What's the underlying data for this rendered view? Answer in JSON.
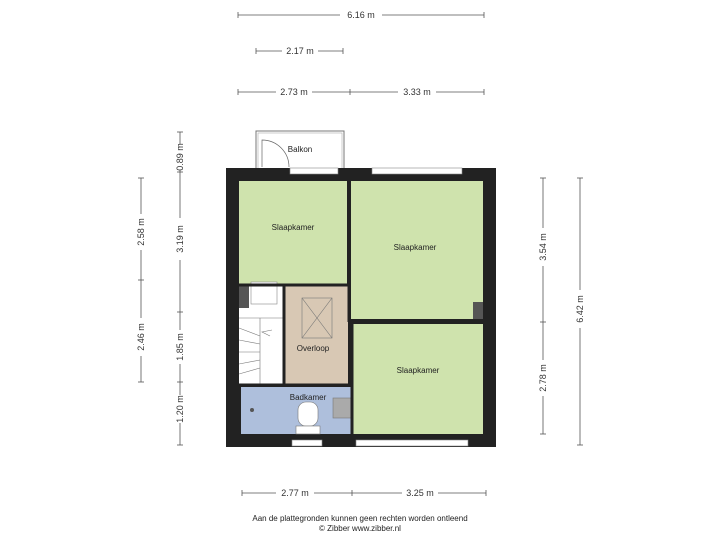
{
  "dimensions": {
    "top_total": "6.16 m",
    "top_balcony": "2.17 m",
    "top_left": "2.73 m",
    "top_right": "3.33 m",
    "bottom_left": "2.77 m",
    "bottom_right": "3.25 m",
    "left_outer_top": "2.58 m",
    "left_outer_bottom": "2.46 m",
    "left_inner_balcony": "0.89 m",
    "left_inner_top": "3.19 m",
    "left_inner_middle": "1.85 m",
    "left_inner_bottom": "1.20 m",
    "right_inner_top": "3.54 m",
    "right_inner_bottom": "2.78 m",
    "right_outer_total": "6.42 m"
  },
  "rooms": {
    "balcony": "Balkon",
    "bedroom_top_left": "Slaapkamer",
    "bedroom_top_right": "Slaapkamer",
    "bedroom_bottom_right": "Slaapkamer",
    "landing": "Overloop",
    "bathroom": "Badkamer"
  },
  "colors": {
    "bedroom": "#cfe3ad",
    "landing": "#d8c8b4",
    "bathroom": "#aebfdc",
    "wall": "#222222"
  },
  "footer": {
    "line1": "Aan de plattegronden kunnen geen rechten worden ontleend",
    "line2": "© Zibber www.zibber.nl"
  }
}
